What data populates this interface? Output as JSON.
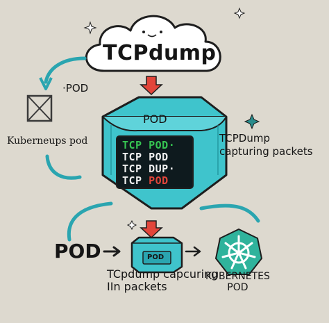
{
  "cloud": {
    "title": "TCPdump"
  },
  "labels": {
    "pod_dot": "·POD",
    "k8s_pod": "Kuberneups pod",
    "tcpdump_capturing": "TCPDump\ncapturing packets",
    "pod_left": "POD",
    "small_box": "POD",
    "bottom_caption": "TCpdump capcuring\nIIn packets",
    "k8s_bottom": "KUBERNETES\nPOD"
  },
  "box": {
    "label": "POD",
    "screen_lines": [
      [
        {
          "text": "TCP POD·",
          "color": "#36c552"
        }
      ],
      [
        {
          "text": "TCP POD",
          "color": "#f0f0f0"
        }
      ],
      [
        {
          "text": "TCP DUP·",
          "color": "#f0f0f0"
        }
      ],
      [
        {
          "text": "TCP ",
          "color": "#f0f0f0"
        },
        {
          "text": "POD",
          "color": "#e2453a"
        }
      ]
    ]
  },
  "colors": {
    "background": "#ddd9cf",
    "teal": "#3fc4cc",
    "teal_dark": "#1d8f97",
    "arrow_red": "#e2453a",
    "outline": "#1e1e1e",
    "screen_bg": "#0e1a1e",
    "k8s_green": "#2fb39c"
  }
}
